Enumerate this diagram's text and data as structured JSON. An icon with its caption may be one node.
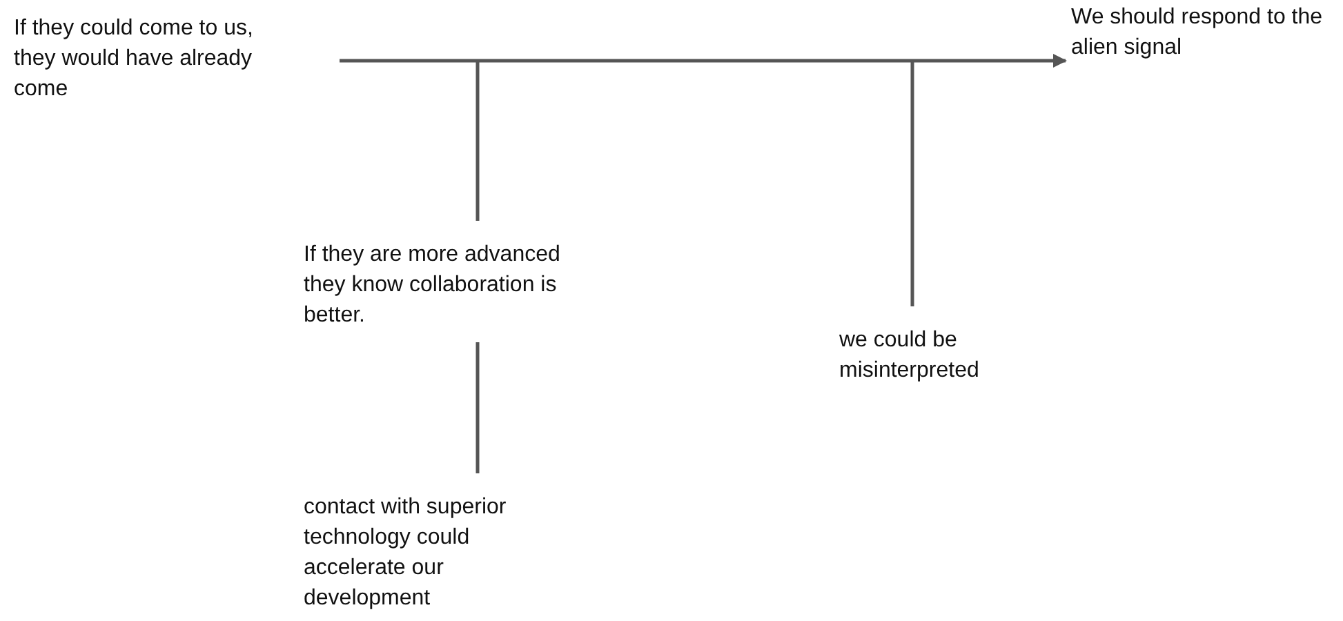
{
  "diagram": {
    "nodes": [
      {
        "text": [
          "If they could come to us, they would have already come"
        ]
      },
      {
        "text": [
          "We should respond to the alien signal"
        ]
      },
      {
        "text": [
          "If they are more advanced they know collaboration is better."
        ]
      },
      {
        "text": [
          "we could be misinterpreted"
        ]
      },
      {
        "text": [
          "contact with superior technology could accelerate our development"
        ]
      }
    ],
    "edges": [
      {
        "from": 0,
        "to": 1,
        "arrow": "to"
      },
      {
        "from": 2,
        "to": null,
        "arrow": "none"
      },
      {
        "from": 3,
        "to": null,
        "arrow": "none"
      },
      {
        "from": 4,
        "to": 2,
        "arrow": "none"
      }
    ]
  }
}
